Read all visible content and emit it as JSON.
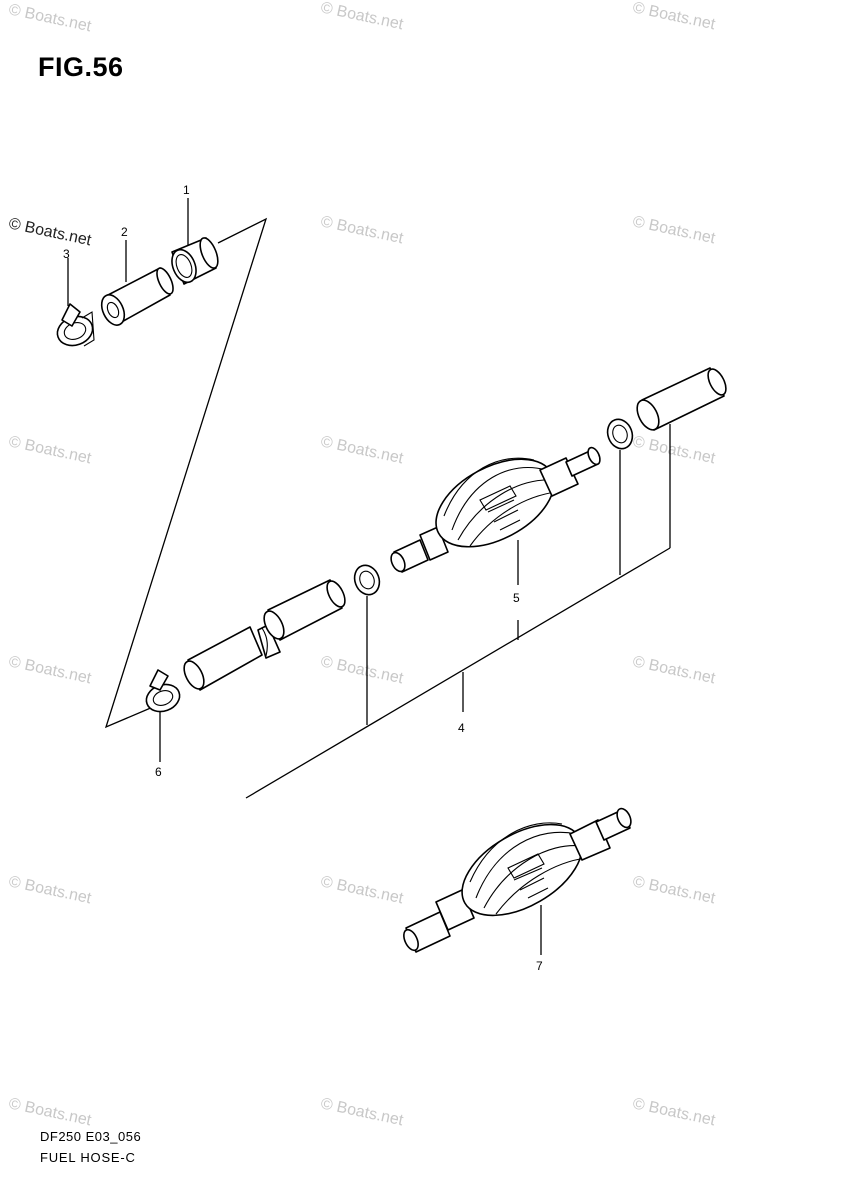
{
  "figure": {
    "title": "FIG.56"
  },
  "footer": {
    "code": "DF250 E03_056",
    "name": "FUEL HOSE-C"
  },
  "watermark": {
    "text": "© Boats.net"
  },
  "callouts": [
    "1",
    "2",
    "3",
    "4",
    "5",
    "6",
    "7"
  ],
  "parts": [
    {
      "number": "1",
      "type": "clip"
    },
    {
      "number": "2",
      "type": "hose"
    },
    {
      "number": "3",
      "type": "clamp"
    },
    {
      "number": "4",
      "type": "fuel hose assembly"
    },
    {
      "number": "5",
      "type": "primer bulb"
    },
    {
      "number": "6",
      "type": "clamp"
    },
    {
      "number": "7",
      "type": "primer bulb"
    }
  ]
}
